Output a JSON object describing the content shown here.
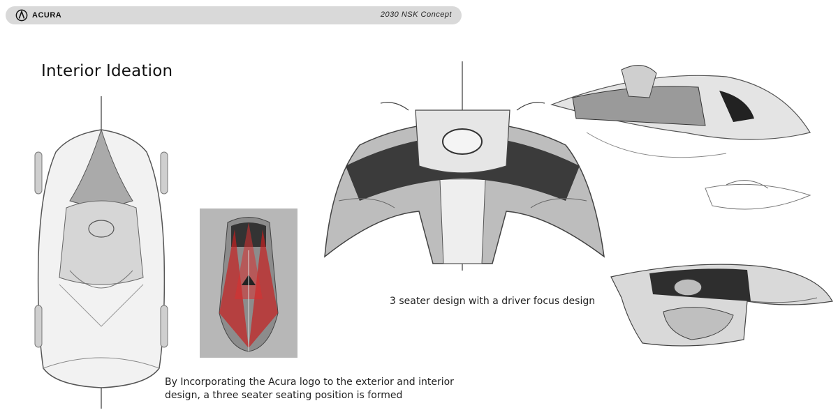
{
  "header": {
    "brand": "ACURA",
    "concept": "2030 NSK Concept"
  },
  "title": "Interior Ideation",
  "captions": {
    "left": "By Incorporating the Acura logo to the exterior and interior design, a three seater seating position is formed",
    "right": "3 seater design with a driver focus design"
  },
  "icons": {
    "logo": "acura-logo-icon"
  },
  "colors": {
    "header_bg": "#d9d9d9",
    "accent_red": "#c62020",
    "panel_grey": "#b7b7b7"
  }
}
